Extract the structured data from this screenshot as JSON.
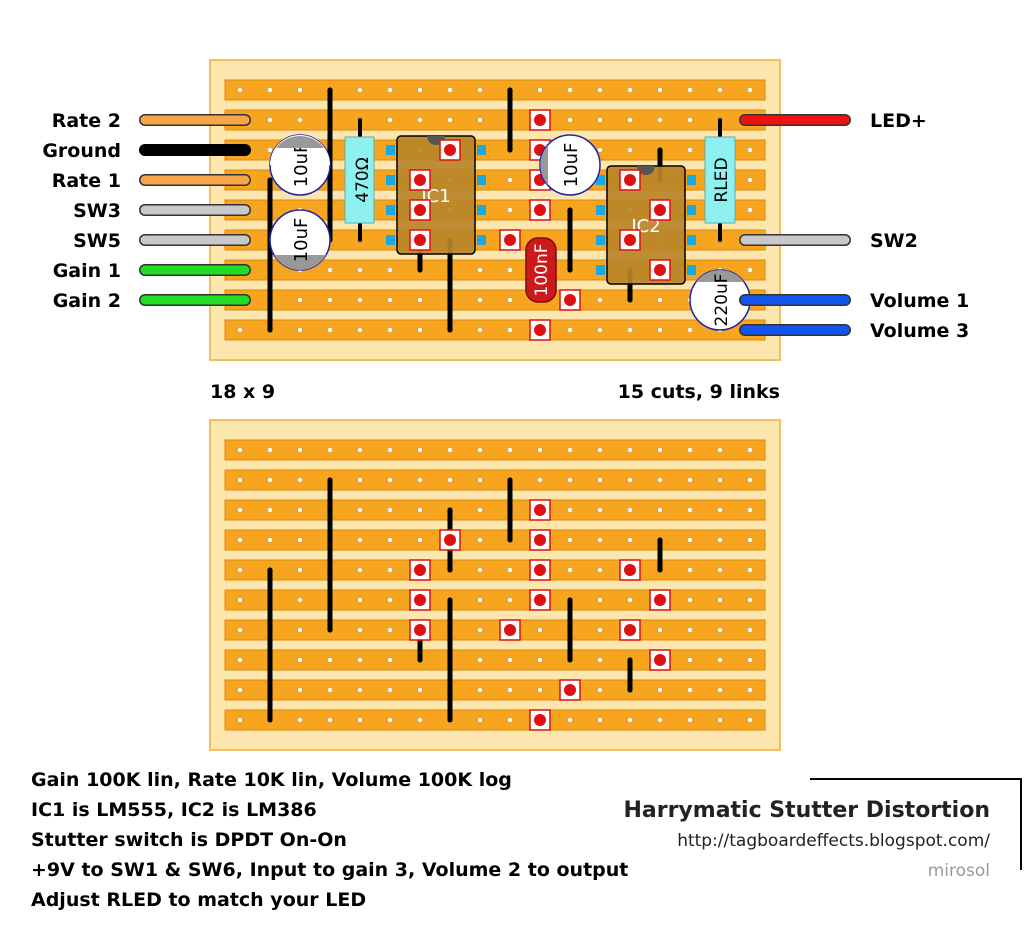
{
  "board": {
    "size_label": "18 x 9",
    "cuts_links_label": "15 cuts, 9 links"
  },
  "wires_left": [
    {
      "label": "Rate 2",
      "color": "#f7a54a"
    },
    {
      "label": "Ground",
      "color": "#000000"
    },
    {
      "label": "Rate 1",
      "color": "#f7a54a"
    },
    {
      "label": "SW3",
      "color": "#c8c8c8"
    },
    {
      "label": "SW5",
      "color": "#c8c8c8"
    },
    {
      "label": "Gain 1",
      "color": "#22dd22"
    },
    {
      "label": "Gain 2",
      "color": "#22dd22"
    }
  ],
  "wires_right": [
    {
      "label": "LED+",
      "color": "#ee1111"
    },
    {
      "label": "SW2",
      "color": "#c8c8c8"
    },
    {
      "label": "Volume 1",
      "color": "#1155ee"
    },
    {
      "label": "Volume 3",
      "color": "#1155ee"
    }
  ],
  "components": {
    "c1": "10uF",
    "c2": "10uF",
    "c3": "10uF",
    "c4": "220uF",
    "r1": "470Ω",
    "rled": "RLED",
    "c5": "100nF",
    "ic1": "IC1",
    "ic2": "IC2"
  },
  "notes": [
    "Gain 100K lin, Rate 10K lin, Volume 100K log",
    "IC1 is LM555, IC2 is LM386",
    "Stutter switch is DPDT On-On",
    "+9V to SW1 & SW6, Input to gain 3, Volume 2 to output",
    "Adjust RLED to match your LED"
  ],
  "title": "Harrymatic Stutter Distortion",
  "url": "http://tagboardeffects.blogspot.com/",
  "author": "mirosol",
  "colors": {
    "board": "#fde5ae",
    "strip": "#f7a51e",
    "cut": "#dd1111",
    "link": "#000000",
    "ic_body": "#b8862a",
    "resistor": "#8ff0f0"
  }
}
